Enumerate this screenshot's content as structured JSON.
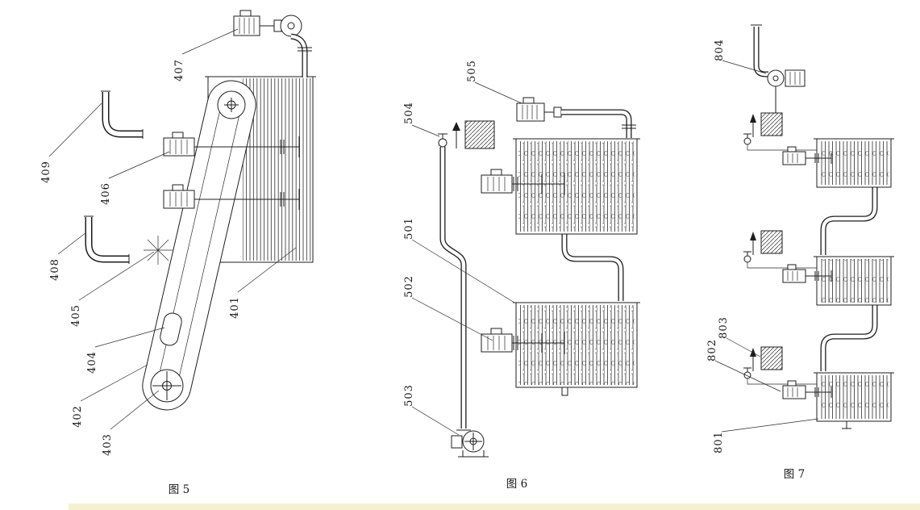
{
  "document": {
    "background": "#ffffff",
    "ink_color": "#1d1d1d",
    "bottom_strip_color": "#f5f0cf"
  },
  "figures": [
    {
      "caption": "图 5",
      "labels": [
        "407",
        "409",
        "406",
        "408",
        "405",
        "404",
        "402",
        "403",
        "401"
      ]
    },
    {
      "caption": "图 6",
      "labels": [
        "505",
        "504",
        "501",
        "502",
        "503"
      ]
    },
    {
      "caption": "图 7",
      "labels": [
        "804",
        "803",
        "802",
        "801"
      ]
    }
  ]
}
